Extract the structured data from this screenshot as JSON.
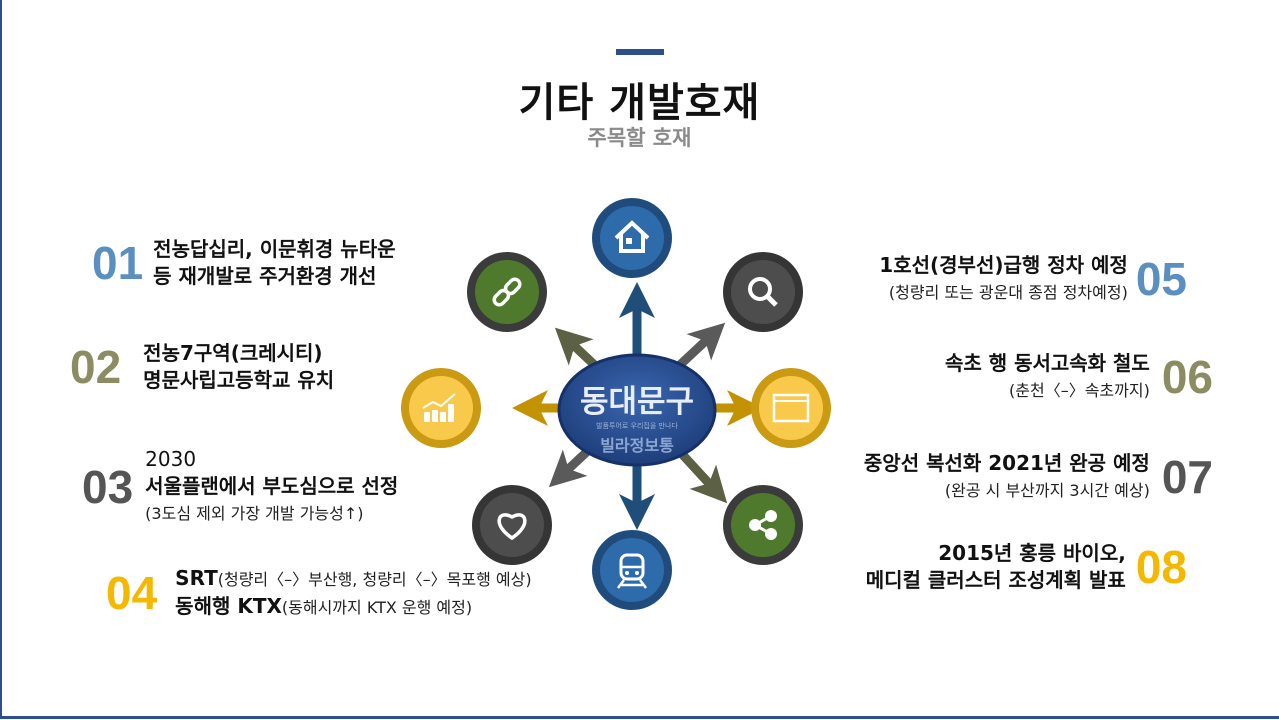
{
  "header": {
    "title": "기타 개발호재",
    "subtitle": "주목할 호재"
  },
  "hub": {
    "title": "동대문구",
    "tagline": "발품투어로 우리집을 만나다",
    "brand": "빌라정보통"
  },
  "items": [
    {
      "num": "01",
      "color": "#5b8fc0",
      "lines": [
        "전농답십리, 이문휘경 뉴타운",
        "등 재개발로 주거환경 개선"
      ]
    },
    {
      "num": "02",
      "color": "#8c8c62",
      "lines": [
        "전농7구역(크레시티)",
        "명문사립고등학교 유치"
      ]
    },
    {
      "num": "03",
      "color": "#555555",
      "lines": [
        "2030",
        "서울플랜에서 부도심으로 선정"
      ],
      "note": "(3도심 제외 가장 개발 가능성↑)"
    },
    {
      "num": "04",
      "color": "#f5b800",
      "lines": [
        {
          "b": "SRT",
          "n": "(청량리〈–〉부산행, 청량리〈–〉목포행 예상)"
        },
        {
          "b": "동해행 KTX",
          "n": "(동해시까지 KTX 운행 예정)"
        }
      ]
    },
    {
      "num": "05",
      "color": "#5b8fc0",
      "lines": [
        "1호선(경부선)급행 정차 예정"
      ],
      "note": "(청량리 또는 광운대 종점 정차예정)"
    },
    {
      "num": "06",
      "color": "#8c8c62",
      "lines": [
        "속초 행 동서고속화 철도"
      ],
      "note": "(춘천〈–〉속초까지)"
    },
    {
      "num": "07",
      "color": "#555555",
      "lines": [
        "중앙선 복선화 2021년 완공 예정"
      ],
      "note": "(완공 시 부산까지 3시간 예상)"
    },
    {
      "num": "08",
      "color": "#f5b800",
      "lines": [
        "2015년 홍릉 바이오,",
        "메디컬 클러스터 조성계획 발표"
      ]
    }
  ],
  "icons": [
    {
      "name": "house-icon",
      "fill": "#2e6bab",
      "ring": "#1f4c7c"
    },
    {
      "name": "search-icon",
      "fill": "#4d4d4d",
      "ring": "#353535"
    },
    {
      "name": "browser-window-icon",
      "fill": "#f8c94a",
      "ring": "#c99a12"
    },
    {
      "name": "share-icon",
      "fill": "#4f7a2d",
      "ring": "#3b3b3b"
    },
    {
      "name": "train-icon",
      "fill": "#2e6bab",
      "ring": "#1f4c7c"
    },
    {
      "name": "heart-icon",
      "fill": "#4d4d4d",
      "ring": "#353535"
    },
    {
      "name": "growth-chart-icon",
      "fill": "#f8c94a",
      "ring": "#c99a12"
    },
    {
      "name": "link-icon",
      "fill": "#4f7a2d",
      "ring": "#3b3b3b"
    }
  ]
}
